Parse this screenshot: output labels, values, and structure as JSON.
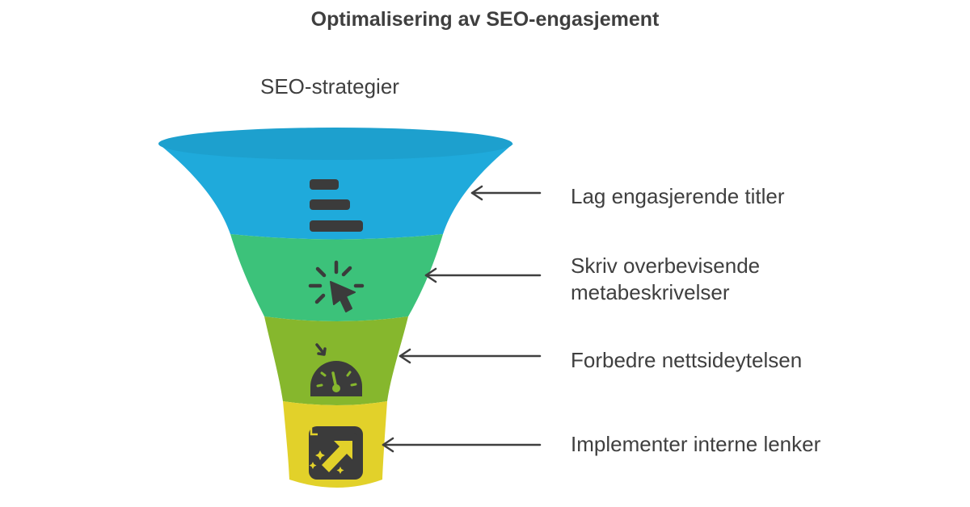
{
  "title": "Optimalisering av SEO-engasjement",
  "top_label": "SEO-strategier",
  "colors": {
    "text": "#3f3f3f",
    "arrow": "#3f3f3f",
    "icon": "#3b3b3b"
  },
  "steps": [
    {
      "label": "Lag engasjerende titler",
      "icon": "text-lines-icon",
      "color": "#1faadb"
    },
    {
      "label": "Skriv overbevisende metabeskrivelser",
      "icon": "cursor-click-icon",
      "color": "#3cc27a"
    },
    {
      "label": "Forbedre nettsideytelsen",
      "icon": "speedometer-icon",
      "color": "#86b72d"
    },
    {
      "label": "Implementer interne lenker",
      "icon": "link-arrow-icon",
      "color": "#e2d12a"
    }
  ]
}
